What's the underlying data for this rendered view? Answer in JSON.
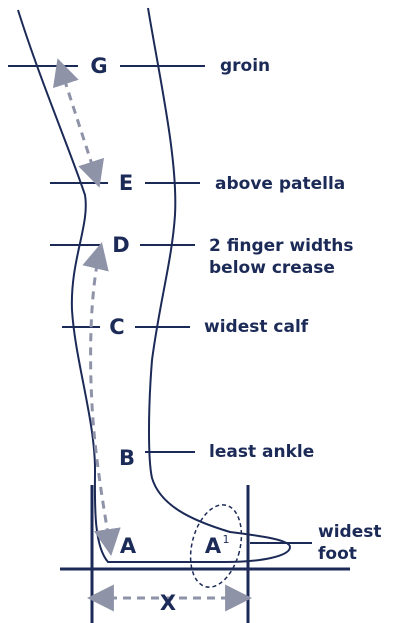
{
  "colors": {
    "ink": "#1c2a57",
    "arrow": "#8e93a8",
    "background": "#ffffff"
  },
  "points": {
    "g": "G",
    "e": "E",
    "d": "D",
    "c": "C",
    "b": "B",
    "a": "A",
    "a1": "A",
    "a1_superscript": "1",
    "x": "X"
  },
  "descriptions": {
    "g": "groin",
    "e": "above patella",
    "d_line1": "2 finger widths",
    "d_line2": "below crease",
    "c": "widest calf",
    "b": "least ankle",
    "a1_line1": "widest",
    "a1_line2": "foot"
  }
}
